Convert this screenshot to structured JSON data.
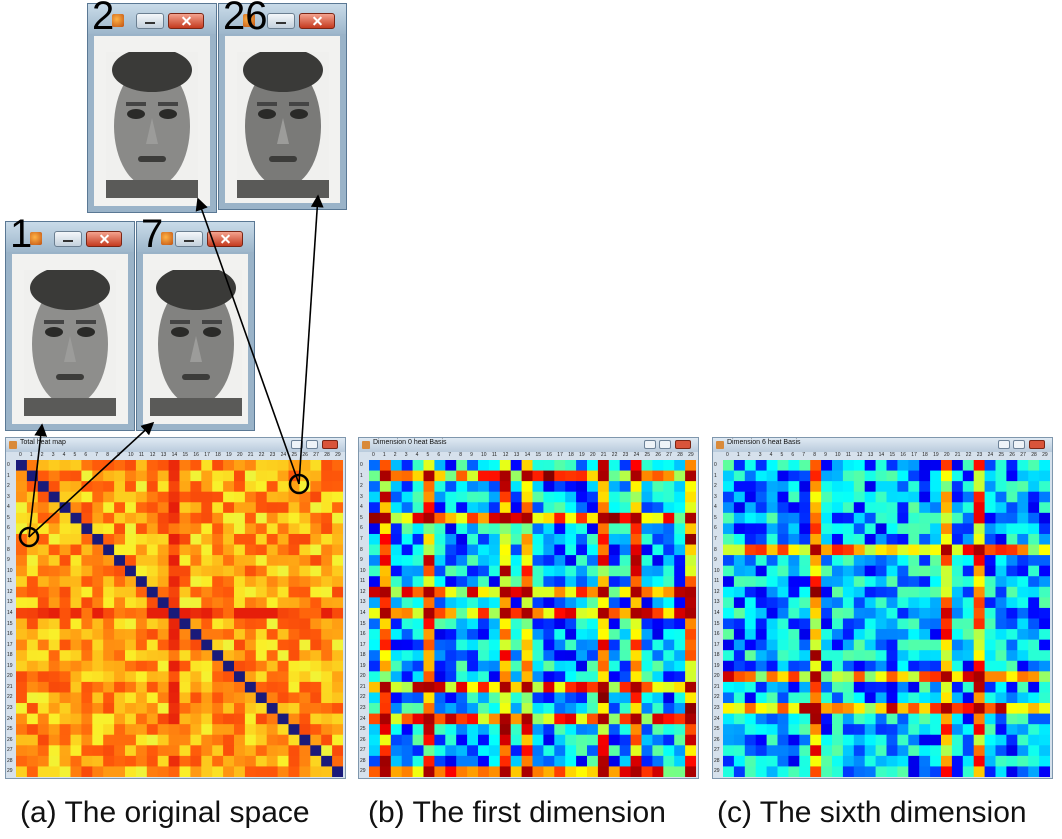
{
  "faces": [
    {
      "id": "face-2",
      "number": "2",
      "tone": "#8a8a88"
    },
    {
      "id": "face-26",
      "number": "26",
      "tone": "#7a7a78"
    },
    {
      "id": "face-1",
      "number": "1",
      "tone": "#8e8e8c"
    },
    {
      "id": "face-7",
      "number": "7",
      "tone": "#828280"
    }
  ],
  "heatmaps": [
    {
      "id": "total",
      "title": "Total heat map",
      "colormap": "hot-yellow",
      "diagonal": "dark-blue"
    },
    {
      "id": "dim1",
      "title": "Dimension 0 heat Basis",
      "colormap": "jet",
      "diagonal": "none"
    },
    {
      "id": "dim6",
      "title": "Dimension 6 heat Basis",
      "colormap": "jet",
      "diagonal": "none"
    }
  ],
  "axis": {
    "x_ticks": [
      "0",
      "1",
      "2",
      "3",
      "4",
      "5",
      "6",
      "7",
      "8",
      "9",
      "10",
      "11",
      "12",
      "13",
      "14",
      "15",
      "16",
      "17",
      "18",
      "19",
      "20",
      "21",
      "22",
      "23",
      "24",
      "25",
      "26",
      "27",
      "28",
      "29"
    ],
    "y_ticks": [
      "0",
      "1",
      "2",
      "3",
      "4",
      "5",
      "6",
      "7",
      "8",
      "9",
      "10",
      "11",
      "12",
      "13",
      "14",
      "15",
      "16",
      "17",
      "18",
      "19",
      "20",
      "21",
      "22",
      "23",
      "24",
      "25",
      "26",
      "27",
      "28",
      "29"
    ]
  },
  "captions": {
    "a": "(a) The original space",
    "b": "(b) The first dimension",
    "c": "(c) The sixth dimension"
  },
  "colors": {
    "jet_low": "#00008f",
    "jet_high": "#800000",
    "hot_low": "#ff0000",
    "hot_high": "#ffff66",
    "annotation": "#000000"
  }
}
